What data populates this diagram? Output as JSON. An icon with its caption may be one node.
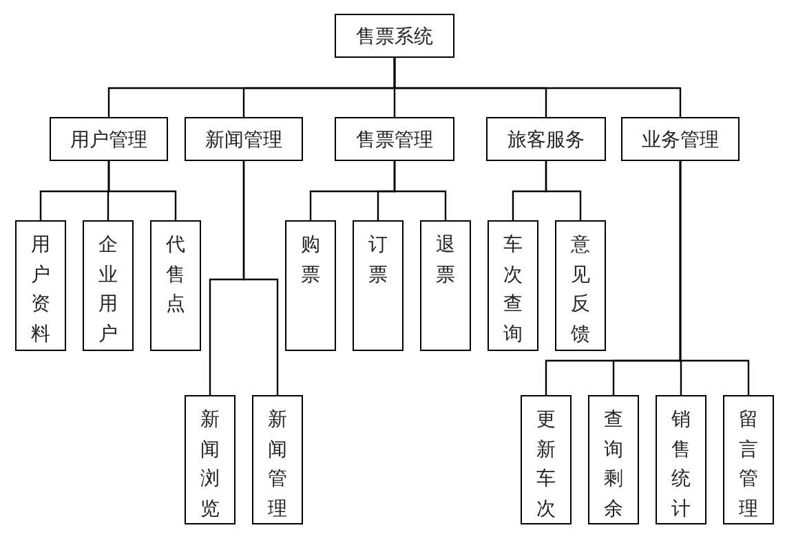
{
  "diagram": {
    "nodes": [
      {
        "text": [
          "售票系统"
        ]
      },
      {
        "text": [
          "用户管理"
        ]
      },
      {
        "text": [
          "新闻管理"
        ]
      },
      {
        "text": [
          "售票管理"
        ]
      },
      {
        "text": [
          "旅客服务"
        ]
      },
      {
        "text": [
          "业务管理"
        ]
      },
      {
        "text": [
          "用户资料"
        ]
      },
      {
        "text": [
          "企业用户"
        ]
      },
      {
        "text": [
          "代售点"
        ]
      },
      {
        "text": [
          "新闻浏览"
        ]
      },
      {
        "text": [
          "新闻管理"
        ]
      },
      {
        "text": [
          "购票"
        ]
      },
      {
        "text": [
          "订票"
        ]
      },
      {
        "text": [
          "退票"
        ]
      },
      {
        "text": [
          "车次查询"
        ]
      },
      {
        "text": [
          "意见反馈"
        ]
      },
      {
        "text": [
          "更新车次"
        ]
      },
      {
        "text": [
          "查询剩余"
        ]
      },
      {
        "text": [
          "销售统计"
        ]
      },
      {
        "text": [
          "留言管理"
        ]
      }
    ],
    "edges": [
      {
        "from": 0,
        "to": 1,
        "arrow": "none"
      },
      {
        "from": 0,
        "to": 2,
        "arrow": "none"
      },
      {
        "from": 0,
        "to": 3,
        "arrow": "none"
      },
      {
        "from": 0,
        "to": 4,
        "arrow": "none"
      },
      {
        "from": 0,
        "to": 5,
        "arrow": "none"
      },
      {
        "from": 1,
        "to": 6,
        "arrow": "none"
      },
      {
        "from": 1,
        "to": 7,
        "arrow": "none"
      },
      {
        "from": 1,
        "to": 8,
        "arrow": "none"
      },
      {
        "from": 2,
        "to": 9,
        "arrow": "none"
      },
      {
        "from": 2,
        "to": 10,
        "arrow": "none"
      },
      {
        "from": 3,
        "to": 11,
        "arrow": "none"
      },
      {
        "from": 3,
        "to": 12,
        "arrow": "none"
      },
      {
        "from": 3,
        "to": 13,
        "arrow": "none"
      },
      {
        "from": 4,
        "to": 14,
        "arrow": "none"
      },
      {
        "from": 4,
        "to": 15,
        "arrow": "none"
      },
      {
        "from": 5,
        "to": 16,
        "arrow": "none"
      },
      {
        "from": 5,
        "to": 17,
        "arrow": "none"
      },
      {
        "from": 5,
        "to": 18,
        "arrow": "none"
      },
      {
        "from": 5,
        "to": 19,
        "arrow": "none"
      }
    ]
  }
}
